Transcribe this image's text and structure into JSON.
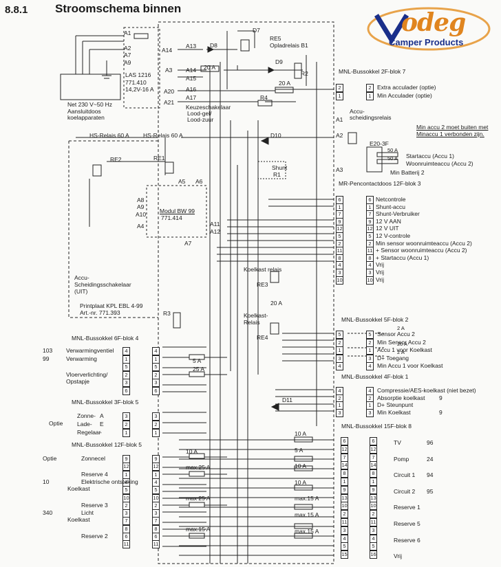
{
  "header": {
    "section": "8.8.1",
    "title": "Stroomschema binnen"
  },
  "logo": {
    "brand": "Vodeg",
    "tagline": "Camper Products",
    "colors": {
      "accent": "#e0851f",
      "text": "#1a2f8a"
    }
  },
  "left_block": {
    "terminals": [
      "A1",
      "A2",
      "A7",
      "A9"
    ],
    "las": "LAS 1216",
    "las_num": "771.410",
    "las_spec": "14,2V-16 A",
    "net": "Net 230 V~50 Hz",
    "net2": "Aansluitdoos",
    "net3": "koelapparaten"
  },
  "top_components": {
    "a14": "A14",
    "a13": "A13",
    "a3": "A3",
    "a15": "A15",
    "a20": "A20",
    "a16": "A16",
    "a21": "A21",
    "a17": "A17",
    "d8": "D8",
    "d7": "D7",
    "d9": "D9",
    "re5": "RE5",
    "re5_label": "Opladrelais B1",
    "r2": "R2",
    "fuse20a_1": "20 A",
    "fuse20a_2": "20 A",
    "r4": "R4",
    "d10": "D10",
    "keuze": "Keuzeschakelaar",
    "keuze2": "Lood-gel/",
    "keuze3": "Lood-zuur"
  },
  "mnl_2f": {
    "title": "MNL-Bussokkel 2F-blok 7",
    "items": [
      {
        "n": "2",
        "label": "Extra acculader (optie)"
      },
      {
        "n": "1",
        "label": "Min Acculader (optie)"
      }
    ]
  },
  "accu_relais": {
    "title": "Accu-",
    "title2": "scheidingsrelais",
    "a1": "A1",
    "a2": "A2",
    "a3": "A3",
    "note1": "Min accu 2 moet buiten met",
    "note2": "Minaccu 1 verbonden zijn."
  },
  "e20": {
    "title": "E20-3F",
    "f1": "50 A",
    "f2": "50 A",
    "l1": "Startaccu (Accu 1)",
    "l2": "Woonruimteaccu (Accu 2)",
    "l3": "Min Batterij 2"
  },
  "hs_relais": {
    "a": "HS-Relais 60 A",
    "b": "HS-Relais 60 A",
    "re1": "RE1",
    "re2": "RE2",
    "shunt": "Shunt",
    "r1": "R1",
    "a5": "A5",
    "a6": "A6",
    "a8": "A8",
    "a9": "A9",
    "a10": "A10",
    "a4": "A4",
    "a11": "A11",
    "a12": "A12",
    "a7": "A7"
  },
  "modul": {
    "name": "Modul BW 99",
    "num": "771.414"
  },
  "mr_block": {
    "title": "MR-Pencontactdoos 12F-blok 3",
    "rows": [
      {
        "n": "6",
        "label": "Netcontrole"
      },
      {
        "n": "1",
        "label": "Shunt-accu"
      },
      {
        "n": "7",
        "label": "Shunt-Verbruiker"
      },
      {
        "n": "9",
        "label": "12 V AAN"
      },
      {
        "n": "12",
        "label": "12 V UIT"
      },
      {
        "n": "5",
        "label": "12 V-controle"
      },
      {
        "n": "2",
        "label": "Min sensor woonruimteaccu (Accu 2)"
      },
      {
        "n": "11",
        "label": "Sensor woonruimteaccu (Accu 2)"
      },
      {
        "n": "8",
        "label": "Startaccu (Accu 1)"
      },
      {
        "n": "4",
        "label": "Vrij"
      },
      {
        "n": "3",
        "label": "Vrij"
      },
      {
        "n": "10",
        "label": "Vrij"
      }
    ]
  },
  "accu_schakel": {
    "l1": "Accu-",
    "l2": "Scheidingsschakelaar",
    "l3": "(UIT)"
  },
  "printplaat": {
    "l1": "Printplaat KPL EBL 4-99",
    "l2": "Art.-nr. 771.393",
    "r3": "R3"
  },
  "koelkast": {
    "relais": "Koelkast relais",
    "re3": "RE3",
    "fuse": "20 A",
    "relais2": "Koelkast-",
    "relais2b": "Relais",
    "re4": "RE4",
    "d11": "D11"
  },
  "mnl_5f": {
    "title": "MNL-Bussokkel 5F-blok 2",
    "rows": [
      {
        "n": "5",
        "label": "Sensor Accu 2",
        "fuse": "2 A"
      },
      {
        "n": "2",
        "label": "Min Sensor Accu 2"
      },
      {
        "n": "1",
        "label": "Accu 1 voor Koelkast",
        "fuse": "20 A"
      },
      {
        "n": "3",
        "label": "D+ Toegang",
        "fuse": "2 A"
      },
      {
        "n": "4",
        "label": "Min Accu 1 voor Koelkast"
      }
    ]
  },
  "mnl_4f": {
    "title": "MNL-Bussokkel 4F-blok 1",
    "rows": [
      {
        "n": "4",
        "label": "Compressie/AES-koelkast (niet bezet)"
      },
      {
        "n": "2",
        "label": "Absorptie koelkast",
        "num": "9"
      },
      {
        "n": "1",
        "label": "D+ Steunpunt"
      },
      {
        "n": "3",
        "label": "Min Koelkast",
        "num": "9"
      }
    ]
  },
  "mnl_15f": {
    "title": "MNL-Bussokkel 15F-blok 8",
    "rows": [
      {
        "a": "6",
        "b": "6",
        "fuse": "10 A",
        "label": "TV",
        "num": "96"
      },
      {
        "a": "12",
        "b": "12"
      },
      {
        "a": "7",
        "b": "7",
        "fuse": "5 A",
        "label": "Pomp",
        "num": "24"
      },
      {
        "a": "14",
        "b": "14"
      },
      {
        "a": "8",
        "b": "8",
        "fuse": "10 A",
        "label": "Circuit 1",
        "num": "94"
      },
      {
        "a": "1",
        "b": "1"
      },
      {
        "a": "9",
        "b": "9",
        "fuse": "10 A",
        "label": "Circuit 2",
        "num": "95"
      },
      {
        "a": "13",
        "b": "13"
      },
      {
        "a": "10",
        "b": "10",
        "fuse": "max.15 A",
        "label": "Reserve 1"
      },
      {
        "a": "2",
        "b": "2"
      },
      {
        "a": "11",
        "b": "11",
        "fuse": "max.15 A",
        "label": "Reserve 5"
      },
      {
        "a": "3",
        "b": "3"
      },
      {
        "a": "4",
        "b": "4",
        "fuse": "max.15 A",
        "label": "Reserve 6"
      },
      {
        "a": "5",
        "b": "5"
      },
      {
        "a": "15",
        "b": "16",
        "label": "Vrij"
      }
    ]
  },
  "mnl_6f": {
    "title": "MNL-Bussokkel 6F-blok 4",
    "rows": [
      {
        "n": "4",
        "label": "Verwarmingventiel",
        "num": "103"
      },
      {
        "n": "1",
        "label": "Verwarming",
        "num": "99"
      },
      {
        "n": "5",
        "fuse": "5 A"
      },
      {
        "n": "2",
        "label": "Vloerverlichting/",
        "label2": "Opstapje",
        "fuse": "25 A"
      },
      {
        "n": "3"
      },
      {
        "n": "6"
      }
    ]
  },
  "mnl_3f": {
    "title": "MNL-Bussokkel 3F-blok 5",
    "optie": "Optie",
    "rows": [
      {
        "n": "3",
        "label": "Zonne-",
        "sub": "A"
      },
      {
        "n": "2",
        "label": "Lade-",
        "sub": "E"
      },
      {
        "n": "1",
        "label": "Regelaar",
        "sub": "-"
      }
    ]
  },
  "mnl_12f": {
    "title": "MNL-Bussokkel 12F-blok 5",
    "rows": [
      {
        "n": "9",
        "label": "Zonnecel",
        "pre": "Optie",
        "fuse": "10 A"
      },
      {
        "n": "12"
      },
      {
        "n": "1",
        "label": "Reserve 4",
        "fuse": "max.25 A"
      },
      {
        "n": "4",
        "label": "Elektrische ontsteking",
        "label2": "Koelkast",
        "pre": "10"
      },
      {
        "n": "5"
      },
      {
        "n": "10"
      },
      {
        "n": "2",
        "label": "Reserve 3",
        "fuse": "max 25 A"
      },
      {
        "n": "3",
        "label": "Licht",
        "label2": "Koelkast",
        "pre": "340"
      },
      {
        "n": "7"
      },
      {
        "n": "8"
      },
      {
        "n": "6",
        "label": "Reserve 2",
        "fuse": "max.15 A"
      },
      {
        "n": "11"
      }
    ]
  }
}
